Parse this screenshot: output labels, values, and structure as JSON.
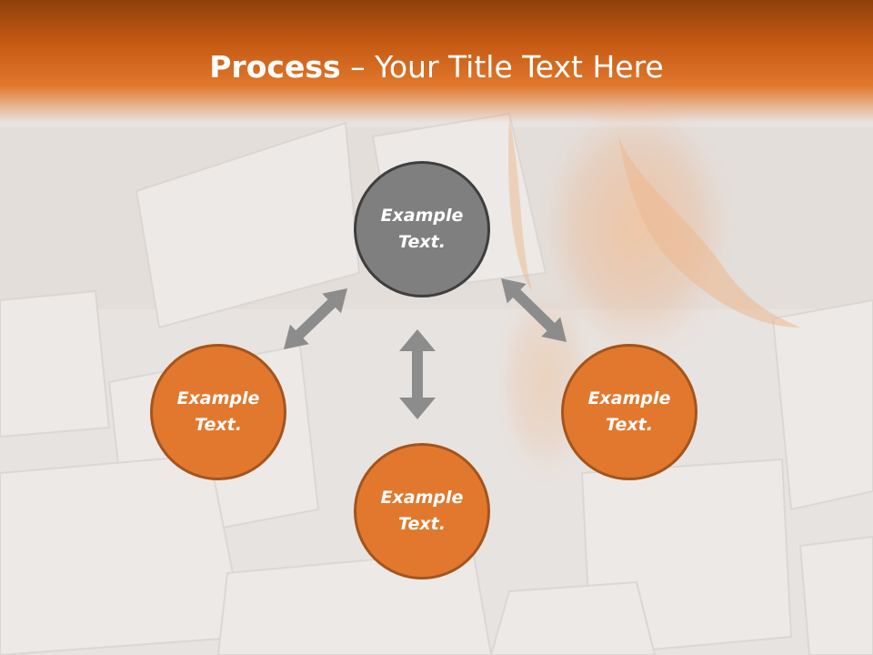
{
  "slide": {
    "title_bold": "Process",
    "title_rest": " – Your Title Text Here"
  },
  "diagram": {
    "nodes": [
      {
        "id": "top",
        "text": "Example\nText.",
        "color": "#7f7f7f",
        "border": "#3e3e3e"
      },
      {
        "id": "left",
        "text": "Example\nText.",
        "color": "#e2782e",
        "border": "#a4541c"
      },
      {
        "id": "bottom",
        "text": "Example\nText.",
        "color": "#e2782e",
        "border": "#a4541c"
      },
      {
        "id": "right",
        "text": "Example\nText.",
        "color": "#e2782e",
        "border": "#a4541c"
      }
    ],
    "edges": [
      {
        "from": "top",
        "to": "left",
        "type": "double-arrow"
      },
      {
        "from": "top",
        "to": "bottom",
        "type": "double-arrow"
      },
      {
        "from": "top",
        "to": "right",
        "type": "double-arrow"
      }
    ],
    "colors": {
      "header": "#d86c22",
      "arrow": "#8c8c8c"
    }
  }
}
